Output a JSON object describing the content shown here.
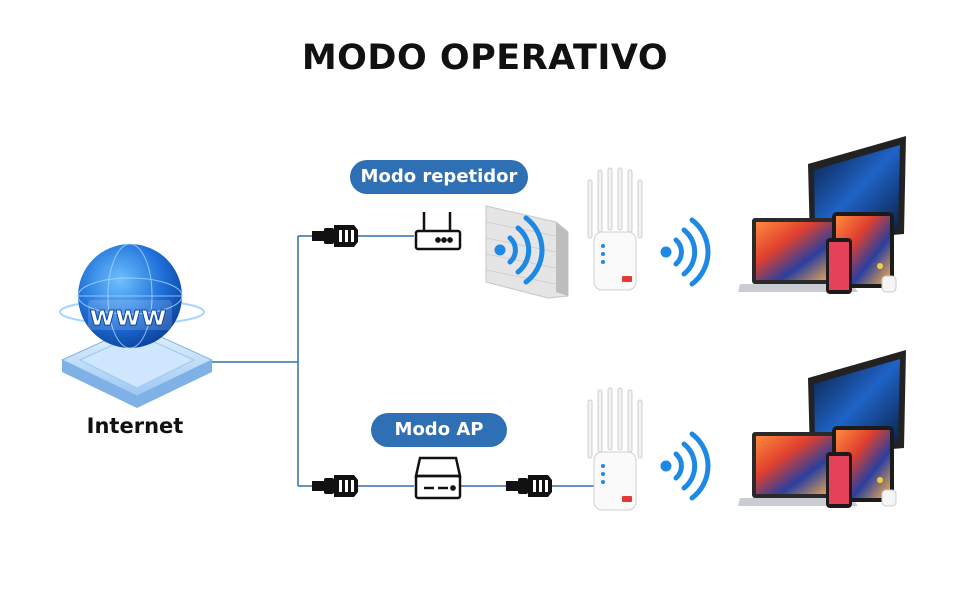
{
  "title": "MODO OPERATIVO",
  "internet": {
    "label": "Internet",
    "globe_text": "www"
  },
  "modes": {
    "repeater": {
      "label": "Modo repetidor"
    },
    "ap": {
      "label": "Modo AP"
    }
  },
  "colors": {
    "pill": "#2f6fb3",
    "line": "#2f6fb3",
    "wifi": "#1e88e5",
    "globe": "#1565c0"
  },
  "icons": [
    "globe-icon",
    "ethernet-plug-icon",
    "router-icon",
    "wall-icon",
    "wifi-icon",
    "extender-icon",
    "laptop-icon",
    "tablet-icon",
    "phone-icon",
    "earbuds-icon",
    "modem-icon"
  ]
}
